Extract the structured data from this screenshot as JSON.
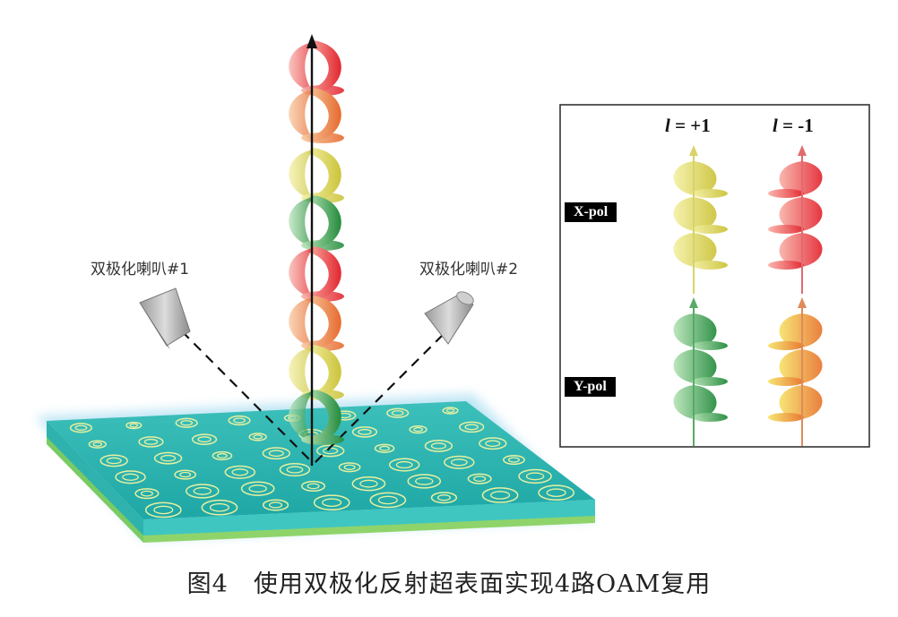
{
  "horns": [
    {
      "label": "双极化喇叭#1"
    },
    {
      "label": "双极化喇叭#2"
    }
  ],
  "inset": {
    "columns": [
      {
        "symbol": "l",
        "value": " = +1"
      },
      {
        "symbol": "l",
        "value": " = -1"
      }
    ],
    "rows": [
      {
        "label": "X-pol"
      },
      {
        "label": "Y-pol"
      }
    ]
  },
  "caption": "图4　使用双极化反射超表面实现4路OAM复用",
  "colors": {
    "metasurface_top": "#2bb7b2",
    "metasurface_side": "#40c8c2",
    "ring": "#e8f0a0",
    "beam_red": "#e8333a",
    "beam_orange": "#ef7a3a",
    "beam_yellow": "#d9d34a",
    "beam_green": "#2f9a4a"
  }
}
